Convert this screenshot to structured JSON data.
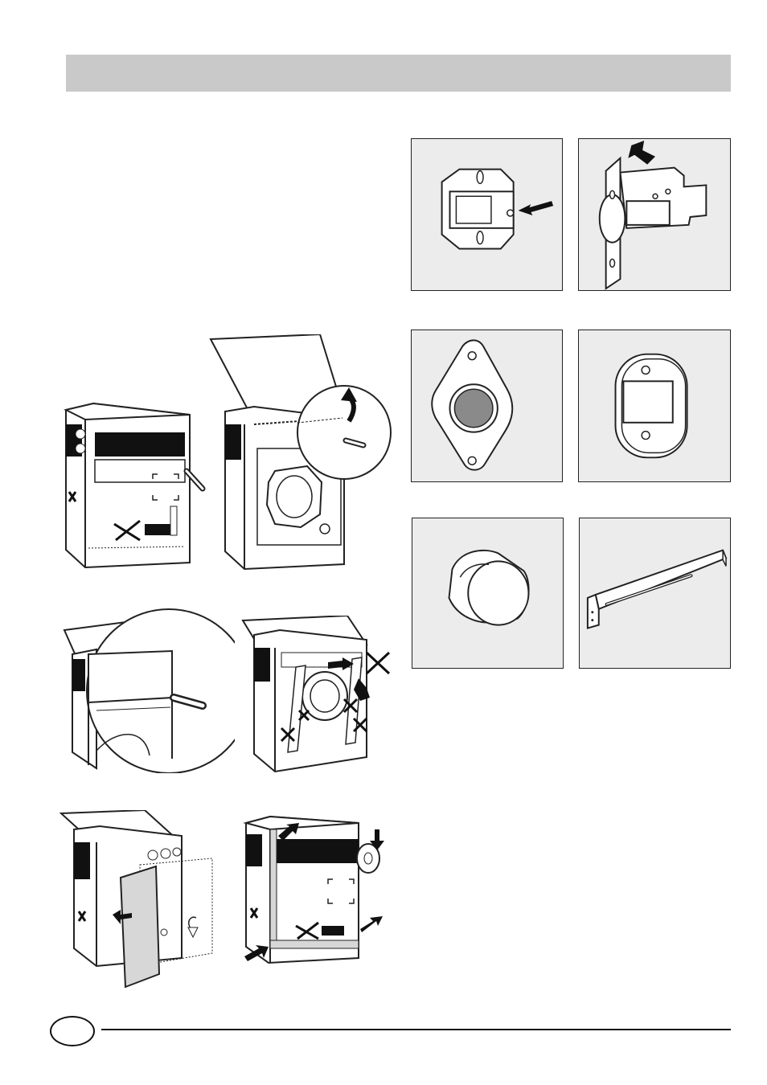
{
  "header": {
    "bar_color": "#c9c9c9"
  },
  "panels": [
    {
      "id": "lock-plate",
      "icon": "lock-plate-with-screw"
    },
    {
      "id": "hinge-bracket",
      "icon": "hinge-bracket-with-pointer"
    },
    {
      "id": "diamond-plate",
      "icon": "diamond-plate-with-grey-disc"
    },
    {
      "id": "oval-catch",
      "icon": "oval-catch-plate"
    },
    {
      "id": "round-buffer",
      "icon": "round-buffer-knob"
    },
    {
      "id": "slotted-rail",
      "icon": "slotted-rail-bracket"
    }
  ],
  "figures": [
    {
      "id": "box-packed",
      "icon": "packed-appliance-with-knife"
    },
    {
      "id": "box-cut-open",
      "icon": "box-cut-open-zoom-circle"
    },
    {
      "id": "box-zoom-cut",
      "icon": "zoom-detail-knife-cut"
    },
    {
      "id": "remove-rails",
      "icon": "remove-shipping-rails"
    },
    {
      "id": "remove-door-panel",
      "icon": "remove-door-panel"
    },
    {
      "id": "tape-box",
      "icon": "tape-box-with-roll"
    }
  ],
  "colors": {
    "panel_bg": "#ececec",
    "line": "#222222",
    "black_band": "#111111",
    "disc_grey": "#8a8a8a"
  },
  "footer": {
    "page_number": ""
  }
}
